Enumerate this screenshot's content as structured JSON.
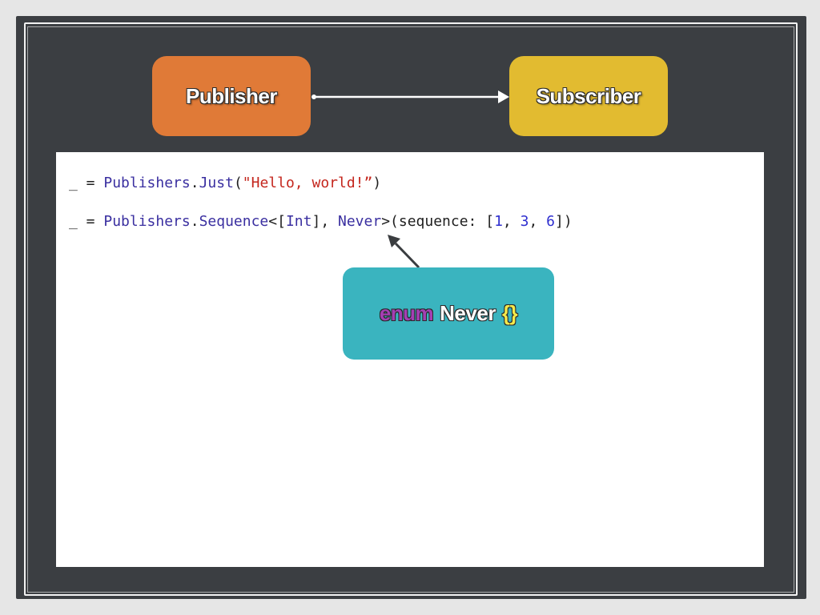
{
  "diagram": {
    "publisher_label": "Publisher",
    "subscriber_label": "Subscriber"
  },
  "code": {
    "line1": {
      "prefix": "_ = ",
      "type": "Publishers",
      "dot": ".",
      "method": "Just",
      "open": "(",
      "string": "\"Hello, world!”",
      "close": ")"
    },
    "line2": {
      "prefix": "_ = ",
      "type": "Publishers",
      "dot": ".",
      "method": "Sequence",
      "lt": "<[",
      "type_int": "Int",
      "comma": "], ",
      "type_never": "Never",
      "gt": ">(sequence: [",
      "n1": "1",
      "c1": ", ",
      "n2": "3",
      "c2": ", ",
      "n3": "6",
      "end": "])"
    }
  },
  "callout": {
    "keyword": "enum",
    "name": "Never",
    "braces": "{}"
  },
  "colors": {
    "board": "#3b3e42",
    "publisher": "#e07a37",
    "subscriber": "#e2bb30",
    "callout": "#3ab4bf"
  }
}
